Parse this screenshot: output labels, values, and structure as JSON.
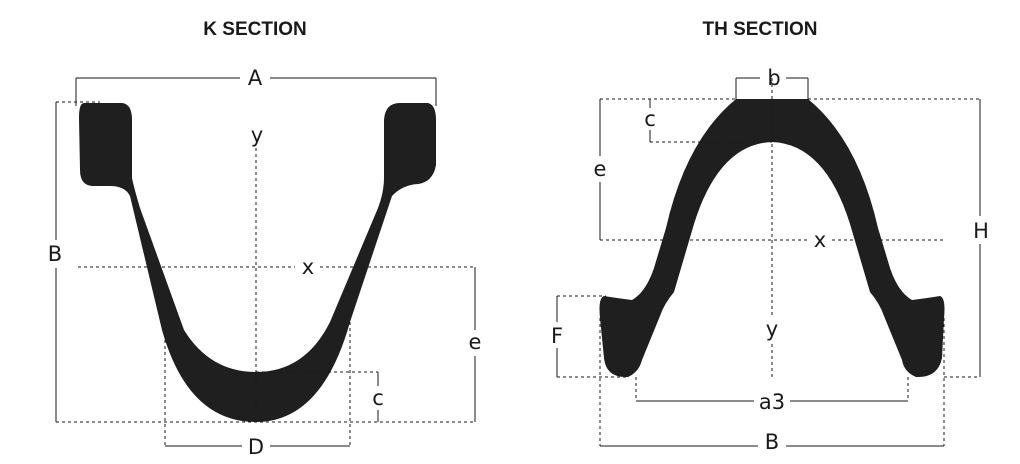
{
  "k_section": {
    "title": "K SECTION",
    "labels": {
      "A": "A",
      "B": "B",
      "x": "x",
      "y": "y",
      "e": "e",
      "c": "c",
      "D": "D"
    }
  },
  "th_section": {
    "title": "TH SECTION",
    "labels": {
      "b": "b",
      "c": "c",
      "e": "e",
      "x": "x",
      "H": "H",
      "F": "F",
      "y": "y",
      "a3": "a3",
      "B": "B"
    }
  }
}
